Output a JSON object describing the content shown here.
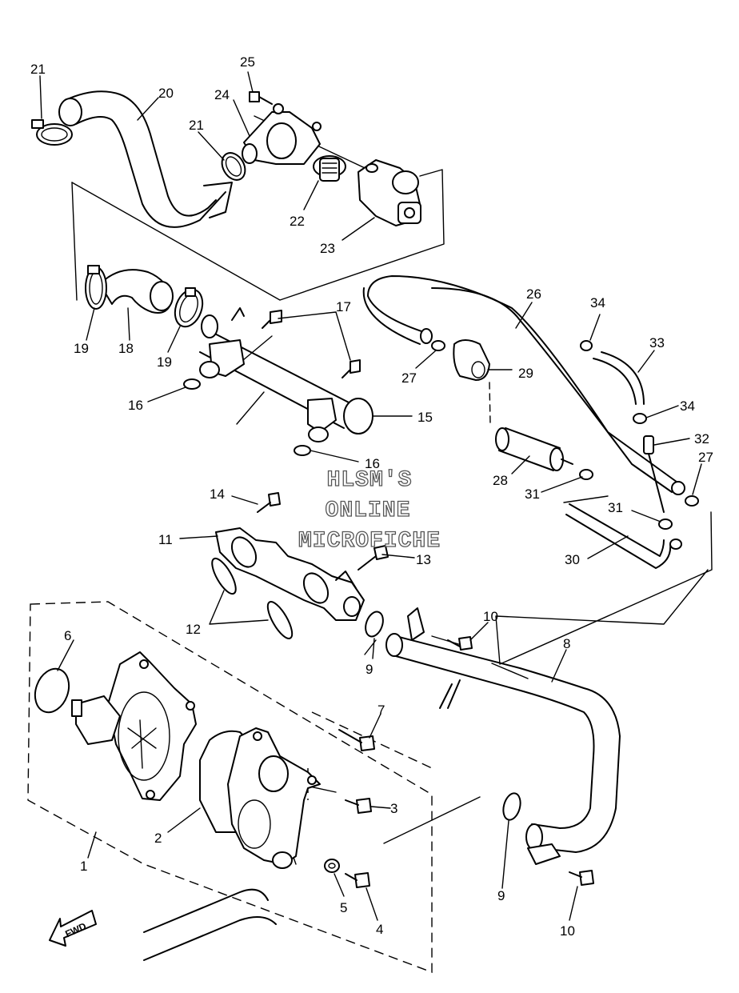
{
  "watermark": {
    "line1": "HLSM'S",
    "line2": "ONLINE",
    "line3": "MICROFICHE"
  },
  "direction_label": "FWD",
  "callouts": [
    {
      "id": "c1",
      "label": "1"
    },
    {
      "id": "c2",
      "label": "2"
    },
    {
      "id": "c3",
      "label": "3"
    },
    {
      "id": "c4",
      "label": "4"
    },
    {
      "id": "c5",
      "label": "5"
    },
    {
      "id": "c6",
      "label": "6"
    },
    {
      "id": "c7",
      "label": "7"
    },
    {
      "id": "c8",
      "label": "8"
    },
    {
      "id": "c9a",
      "label": "9"
    },
    {
      "id": "c9b",
      "label": "9"
    },
    {
      "id": "c10a",
      "label": "10"
    },
    {
      "id": "c10b",
      "label": "10"
    },
    {
      "id": "c11",
      "label": "11"
    },
    {
      "id": "c12",
      "label": "12"
    },
    {
      "id": "c13",
      "label": "13"
    },
    {
      "id": "c14",
      "label": "14"
    },
    {
      "id": "c15",
      "label": "15"
    },
    {
      "id": "c16a",
      "label": "16"
    },
    {
      "id": "c16b",
      "label": "16"
    },
    {
      "id": "c17",
      "label": "17"
    },
    {
      "id": "c18",
      "label": "18"
    },
    {
      "id": "c19a",
      "label": "19"
    },
    {
      "id": "c19b",
      "label": "19"
    },
    {
      "id": "c20",
      "label": "20"
    },
    {
      "id": "c21a",
      "label": "21"
    },
    {
      "id": "c21b",
      "label": "21"
    },
    {
      "id": "c22",
      "label": "22"
    },
    {
      "id": "c23",
      "label": "23"
    },
    {
      "id": "c24",
      "label": "24"
    },
    {
      "id": "c25",
      "label": "25"
    },
    {
      "id": "c26",
      "label": "26"
    },
    {
      "id": "c27a",
      "label": "27"
    },
    {
      "id": "c27b",
      "label": "27"
    },
    {
      "id": "c28",
      "label": "28"
    },
    {
      "id": "c29",
      "label": "29"
    },
    {
      "id": "c30",
      "label": "30"
    },
    {
      "id": "c31a",
      "label": "31"
    },
    {
      "id": "c31b",
      "label": "31"
    },
    {
      "id": "c32",
      "label": "32"
    },
    {
      "id": "c33",
      "label": "33"
    },
    {
      "id": "c34a",
      "label": "34"
    },
    {
      "id": "c34b",
      "label": "34"
    }
  ]
}
